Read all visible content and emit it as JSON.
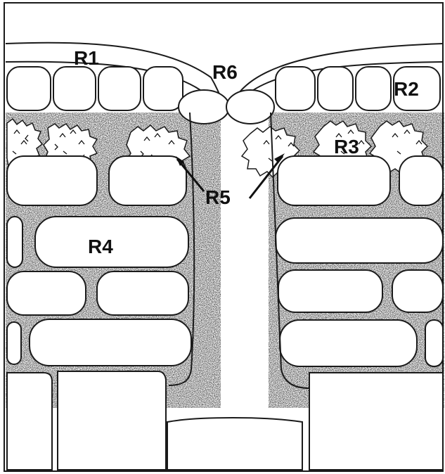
{
  "figure": {
    "labels": {
      "r1": "R1",
      "r2": "R2",
      "r3": "R3",
      "r4": "R4",
      "r5": "R5",
      "r6": "R6"
    }
  },
  "colors": {
    "ink": "#1a1a1a",
    "stipple": "#6b6b6b",
    "background": "#ffffff"
  }
}
